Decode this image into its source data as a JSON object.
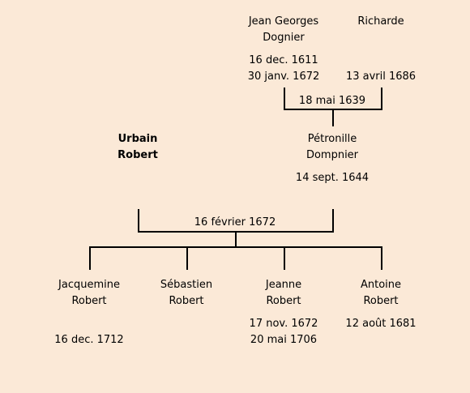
{
  "couple1": {
    "husband": {
      "first": "Jean Georges",
      "last": "Dognier",
      "birth": "16 dec. 1611",
      "death": "30 janv. 1672"
    },
    "wife": {
      "first": "Richarde",
      "death": "13 avril 1686"
    },
    "marriage": "18 mai 1639"
  },
  "couple2": {
    "husband": {
      "first": "Urbain",
      "last": "Robert"
    },
    "wife": {
      "first": "Pétronille",
      "last": "Dompnier",
      "birth": "14 sept. 1644"
    },
    "marriage": "16 février 1672"
  },
  "children": [
    {
      "first": "Jacquemine",
      "last": "Robert",
      "date1": "",
      "date2": "16 dec. 1712"
    },
    {
      "first": "Sébastien",
      "last": "Robert",
      "date1": "",
      "date2": ""
    },
    {
      "first": "Jeanne",
      "last": "Robert",
      "date1": "17 nov. 1672",
      "date2": "20 mai 1706"
    },
    {
      "first": "Antoine",
      "last": "Robert",
      "date1": "12 août 1681",
      "date2": ""
    }
  ]
}
